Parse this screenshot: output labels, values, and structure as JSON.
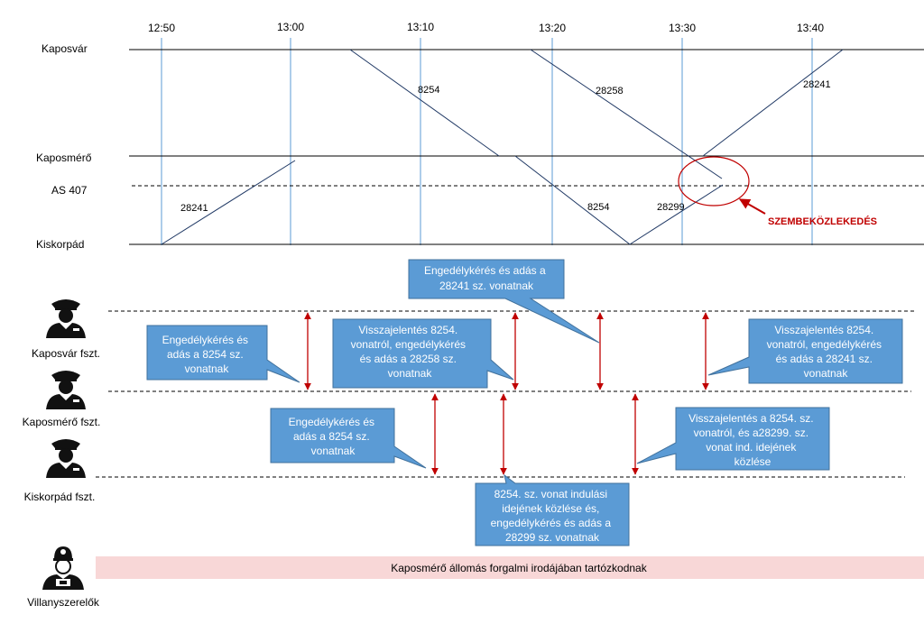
{
  "diagram": {
    "time_labels": [
      "12:50",
      "13:00",
      "13:10",
      "13:20",
      "13:30",
      "13:40"
    ],
    "stations": {
      "kaposvar": "Kaposvár",
      "kaposmero": "Kaposmérő",
      "as407": "AS 407",
      "kiskorpad": "Kiskorpád"
    },
    "train_labels": {
      "t8254_upper": "8254",
      "t28258": "28258",
      "t28241_upper": "28241",
      "t28241_lower": "28241",
      "t8254_lower": "8254",
      "t28299": "28299"
    },
    "conflict_label": "SZEMBEKÖZLEKEDÉS"
  },
  "dispatchers": {
    "kaposvar": "Kaposvár fszt.",
    "kaposmero": "Kaposmérő fszt.",
    "kiskorpad": "Kiskorpád fszt.",
    "electricians": "Villanyszerelők"
  },
  "callouts": {
    "c1": [
      "Engedélykérés és adás a",
      "28241  sz. vonatnak"
    ],
    "c2": [
      "Engedélykérés és",
      "adás a 8254  sz.",
      "vonatnak"
    ],
    "c3": [
      "Visszajelentés 8254.",
      "vonatról, engedélykérés",
      "és adás a 28258  sz.",
      "vonatnak"
    ],
    "c4": [
      "Visszajelentés 8254.",
      "vonatról, engedélykérés",
      "és adás a 28241  sz.",
      "vonatnak"
    ],
    "c5": [
      "Engedélykérés és",
      "adás a 8254  sz.",
      "vonatnak"
    ],
    "c6": [
      "Visszajelentés a 8254.  sz.",
      "vonatról, és a28299.  sz.",
      "vonat ind. idejének",
      "közlése"
    ],
    "c7": [
      "8254.  sz. vonat indulási",
      "idejének közlése és,",
      "engedélykérés és adás a",
      "28299  sz. vonatnak"
    ]
  },
  "footer_bar": "Kaposmérő állomás forgalmi irodájában tartózkodnak",
  "colors": {
    "callout_fill": "#5b9bd5",
    "callout_stroke": "#41719c",
    "arrow": "#c00000",
    "conflict": "#c00000",
    "vertical_grid": "#5b9bd5",
    "footer_bar": "#f8d7d7"
  }
}
